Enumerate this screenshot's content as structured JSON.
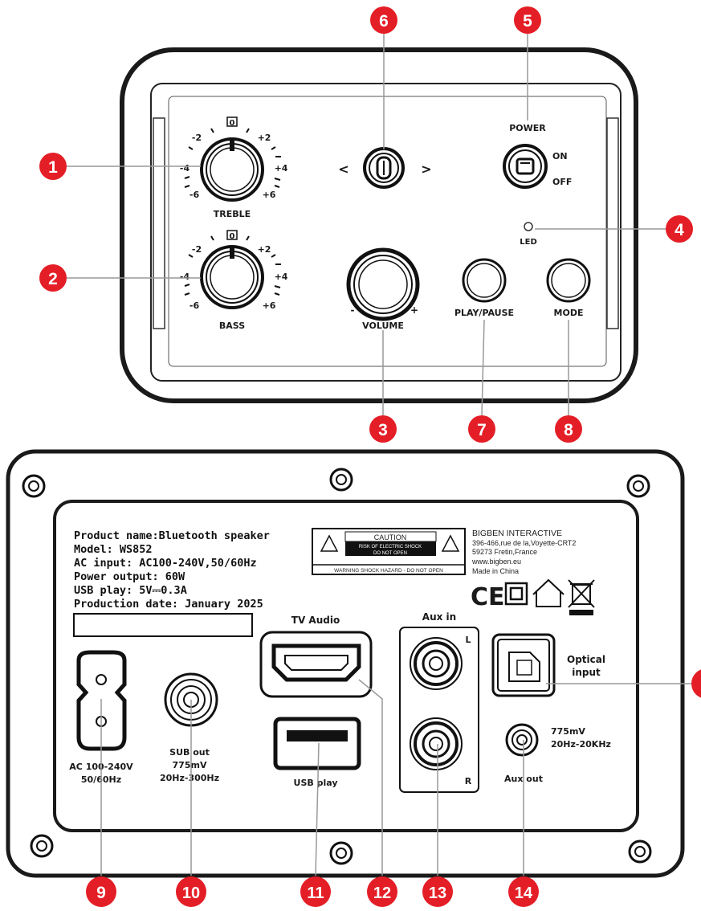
{
  "top_panel": {
    "tone_scale": [
      "-6",
      "-4",
      "-2",
      "0",
      "+2",
      "+4",
      "+6"
    ],
    "treble_label": "TREBLE",
    "bass_label": "BASS",
    "nav_left": "<",
    "nav_right": ">",
    "power_label": "POWER",
    "power_on": "ON",
    "power_off": "OFF",
    "led_label": "LED",
    "volume_label": "VOLUME",
    "volume_minus": "-",
    "volume_plus": "+",
    "play_pause_label": "PLAY/PAUSE",
    "mode_label": "MODE"
  },
  "back_panel": {
    "product_info": [
      "Product name:Bluetooth speaker",
      "Model: WS852",
      "AC input: AC100-240V,50/60Hz",
      "Power output: 60W",
      "USB play: 5V⎓0.3A",
      "Production date: January 2025"
    ],
    "caution": {
      "title": "CAUTION",
      "line1": "RISK OF ELECTRIC SHOCK",
      "line2": "DO NOT OPEN",
      "bottom": "WARNING SHOCK HAZARD - DO NOT OPEN"
    },
    "company": [
      "BIGBEN INTERACTIVE",
      "396-466,rue de la,Voyette-CRT2",
      "59273 Fretin,France",
      "www.bigben.eu",
      "Made in China"
    ],
    "ce_mark": "CE",
    "tv_audio_label": "TV Audio",
    "aux_in_label": "Aux in",
    "aux_in_left": "L",
    "aux_in_right": "R",
    "optical_label_1": "Optical",
    "optical_label_2": "input",
    "ac_label_1": "AC 100-240V",
    "ac_label_2": "50/60Hz",
    "sub_label_1": "SUB out",
    "sub_label_2": "775mV",
    "sub_label_3": "20Hz-300Hz",
    "usb_label": "USB play",
    "aux_out_label": "Aux out",
    "aux_out_spec_1": "775mV",
    "aux_out_spec_2": "20Hz-20KHz"
  },
  "callouts": [
    "1",
    "2",
    "3",
    "4",
    "5",
    "6",
    "7",
    "8",
    "9",
    "10",
    "11",
    "12",
    "13",
    "14"
  ],
  "colors": {
    "callout": "#e41e26",
    "panel_border": "#1a1a1a",
    "line": "#999999"
  }
}
